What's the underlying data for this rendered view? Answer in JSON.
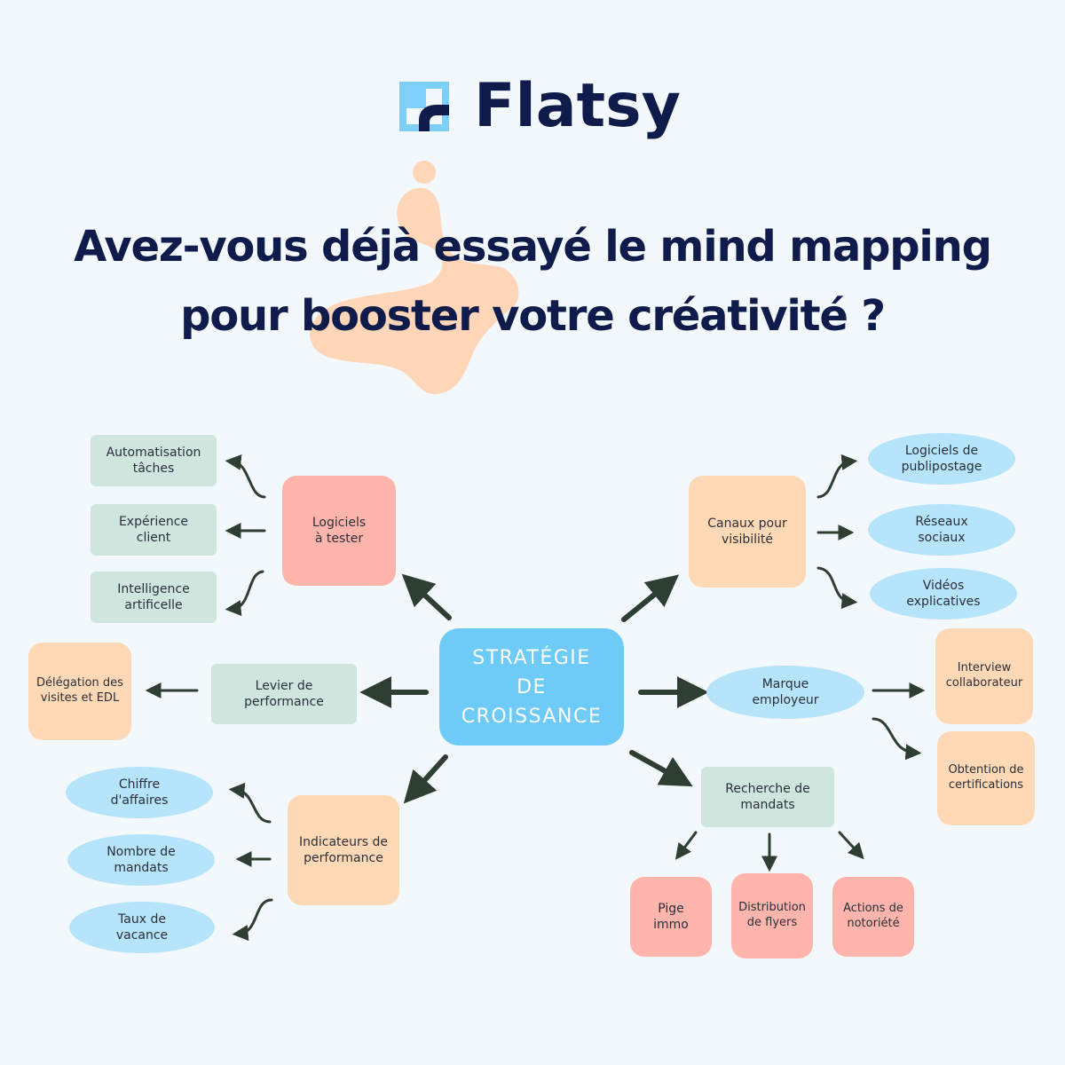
{
  "brand": {
    "name": "Flatsy",
    "colors": {
      "navy": "#0f1b4a",
      "blue": "#6ecaf7",
      "light_blue": "#7fd0f8"
    }
  },
  "headline": {
    "line1": "Avez-vous déjà essayé le mind mapping",
    "line2": "pour booster votre créativité ?"
  },
  "colors": {
    "background": "#f2f8fb",
    "blob": "#ffd6b8",
    "arrow": "#2e3e33",
    "sage": "#cfe6df",
    "pink": "#ffb4ac",
    "peach": "#ffd9b5",
    "sky": "#b6e4fb"
  },
  "mindmap": {
    "center": "STRATÉGIE\nDE CROISSANCE",
    "logiciels": {
      "label": "Logiciels\nà tester",
      "children": [
        "Automatisation\ntâches",
        "Expérience\nclient",
        "Intelligence\nartificelle"
      ]
    },
    "levier": {
      "label": "Levier de\nperformance",
      "children": [
        "Délégation des\nvisites et EDL"
      ]
    },
    "indicateurs": {
      "label": "Indicateurs de\nperformance",
      "children": [
        "Chiffre\nd'affaires",
        "Nombre de\nmandats",
        "Taux de\nvacance"
      ]
    },
    "canaux": {
      "label": "Canaux pour\nvisibilité",
      "children": [
        "Logiciels de\npublipostage",
        "Réseaux\nsociaux",
        "Vidéos\nexplicatives"
      ]
    },
    "marque": {
      "label": "Marque\nemployeur",
      "children": [
        "Interview\ncollaborateur",
        "Obtention de\ncertifications"
      ]
    },
    "recherche": {
      "label": "Recherche de\nmandats",
      "children": [
        "Pige\nimmo",
        "Distribution\nde flyers",
        "Actions de\nnotoriété"
      ]
    }
  }
}
